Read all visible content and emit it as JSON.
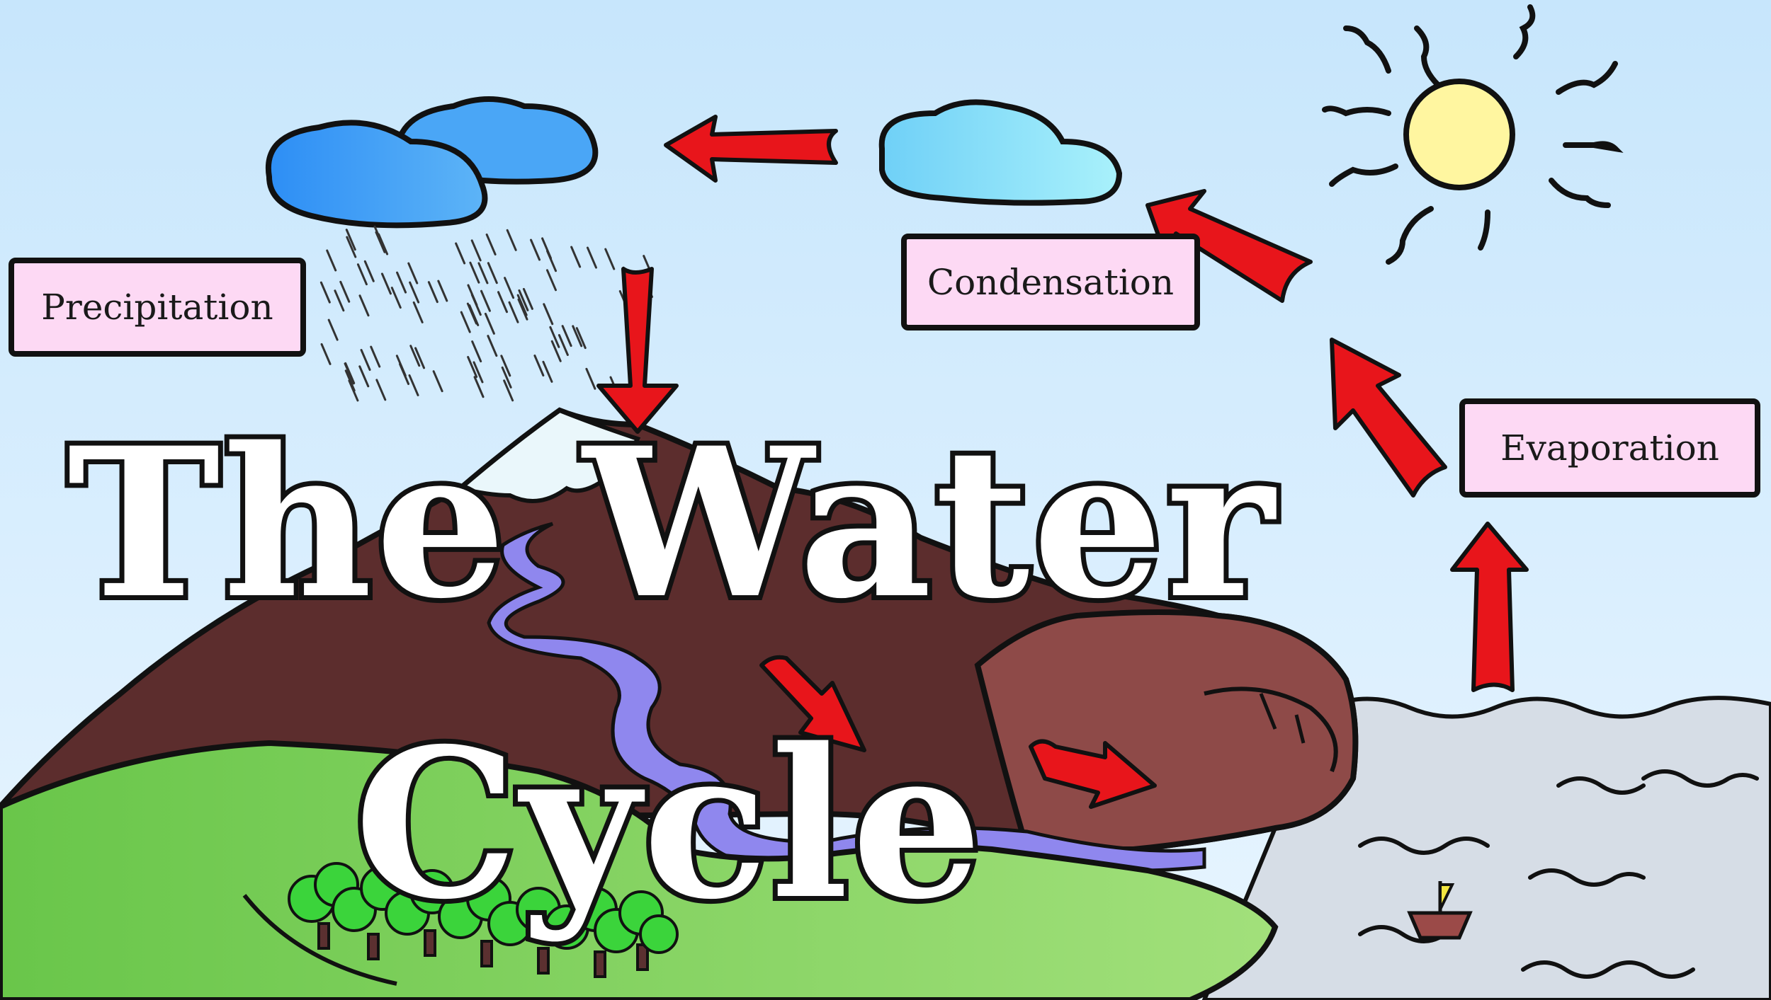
{
  "labels": {
    "precipitation": "Precipitation",
    "condensation": "Condensation",
    "evaporation": "Evaporation"
  },
  "title": {
    "line1": "The Water",
    "line2": "Cycle"
  },
  "colors": {
    "sky_top": "#cfeafd",
    "sky_bottom": "#e6f4ff",
    "label_fill": "#fdd9f4",
    "arrow": "#e8151b",
    "sea": "#d6dde6",
    "grass": "#8ed86a",
    "mountain": "#5c2d2d",
    "river": "#8f87ee",
    "sun": "#fff6a0"
  }
}
